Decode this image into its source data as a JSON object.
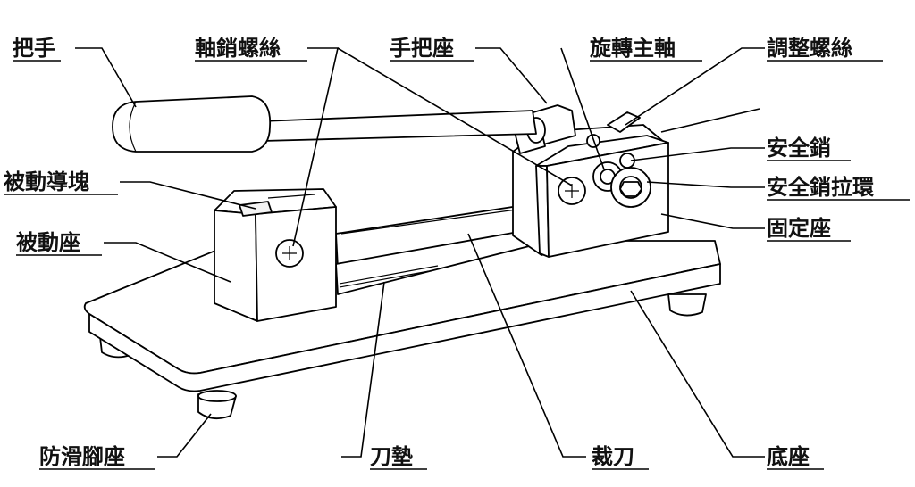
{
  "diagram": {
    "labels": {
      "handle": "把手",
      "shaft_screw": "軸銷螺絲",
      "handle_seat": "手把座",
      "rotating_spindle": "旋轉主軸",
      "adjust_screw": "調整螺絲",
      "safety_pin": "安全銷",
      "safety_pin_ring": "安全銷拉環",
      "fixed_seat": "固定座",
      "driven_guide_block": "被動導塊",
      "driven_seat": "被動座",
      "anti_slip_foot": "防滑腳座",
      "blade_pad": "刀墊",
      "cutting_blade": "裁刀",
      "base": "底座"
    }
  }
}
